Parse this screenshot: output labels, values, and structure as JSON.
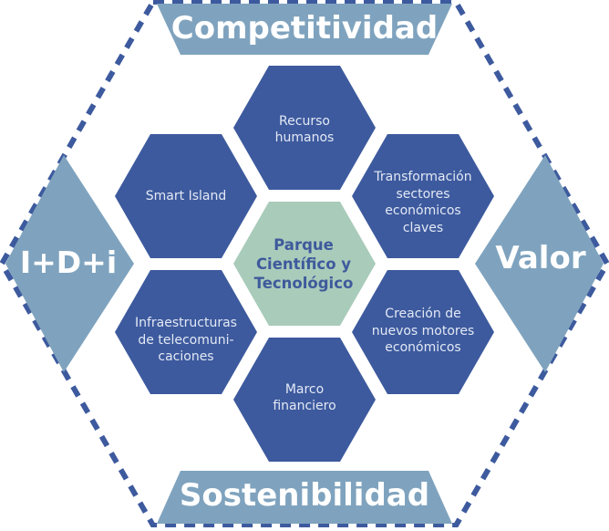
{
  "colors": {
    "hex_fill": "#3d5a9e",
    "center_fill": "#a9cbba",
    "outer_fill": "#7fa3be",
    "dash_color": "#3d5a9e",
    "hex_text": "#e3e9f5",
    "center_text": "#3e5a9c",
    "outer_text": "#ffffff"
  },
  "outer": {
    "top": "Competitividad",
    "bottom": "Sostenibilidad",
    "left": "I+D+i",
    "right": "Valor"
  },
  "center": {
    "lines": [
      "Parque",
      "Científico y",
      "Tecnológico"
    ]
  },
  "hexes": [
    {
      "id": "recurso-humanos",
      "lines": [
        "Recurso",
        "humanos"
      ]
    },
    {
      "id": "smart-island",
      "lines": [
        "Smart Island"
      ]
    },
    {
      "id": "transformacion",
      "lines": [
        "Transformación",
        "sectores",
        "económicos",
        "claves"
      ]
    },
    {
      "id": "infraestructuras",
      "lines": [
        "Infraestructuras",
        "de telecomuni-",
        "caciones"
      ]
    },
    {
      "id": "creacion",
      "lines": [
        "Creación de",
        "nuevos motores",
        "económicos"
      ]
    },
    {
      "id": "marco",
      "lines": [
        "Marco",
        "financiero"
      ]
    }
  ]
}
